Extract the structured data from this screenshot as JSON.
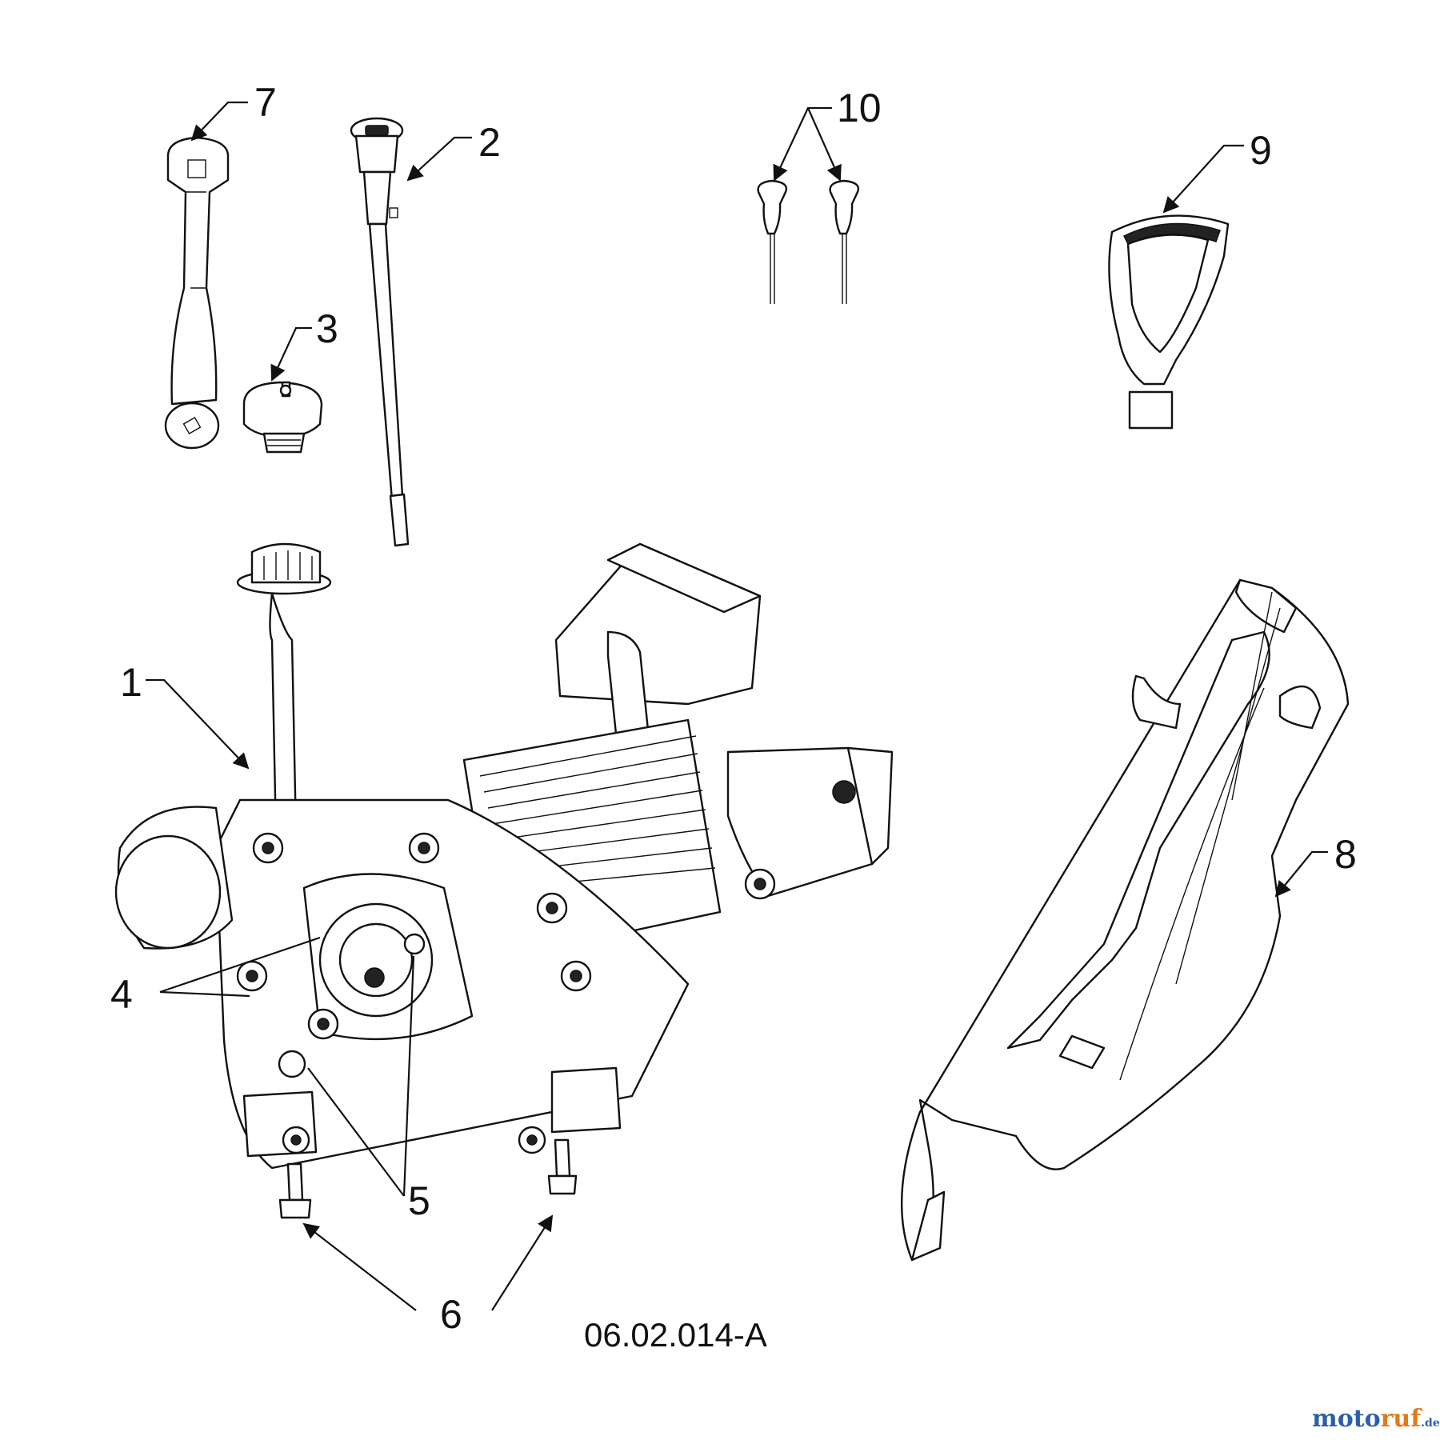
{
  "diagram": {
    "reference_code": "06.02.014-A",
    "callouts": [
      "1",
      "2",
      "3",
      "4",
      "5",
      "6",
      "7",
      "8",
      "9",
      "10"
    ]
  },
  "watermark": {
    "part1": "moto",
    "part2": "ruf",
    "part3": ".de"
  }
}
